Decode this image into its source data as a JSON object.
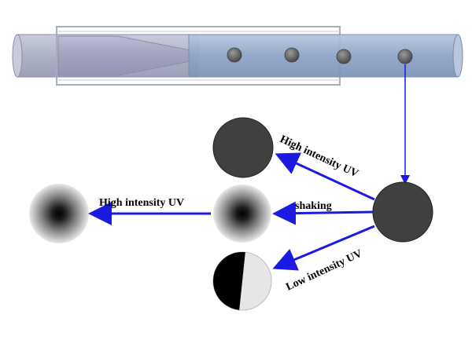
{
  "labels": {
    "high_uv_top": "High intensity UV",
    "shaking": "shaking",
    "low_uv": "Low intensity UV",
    "high_uv_left": "High intensity UV"
  },
  "colors": {
    "arrow": "#1a1ae0",
    "droplet_dark": "#3f3f3f",
    "capillary_outer_fill": "#b4b8cc",
    "capillary_inner_fill": "#8fa6c9",
    "tapered_tip_fill": "#a8a8c4"
  },
  "icons": {
    "outcome_top": "solid-dark-sphere-icon",
    "outcome_middle": "radial-gradient-sphere-icon",
    "outcome_bottom": "janus-sphere-icon",
    "outcome_left": "radial-gradient-sphere-icon",
    "source_droplet": "dark-droplet-icon"
  }
}
